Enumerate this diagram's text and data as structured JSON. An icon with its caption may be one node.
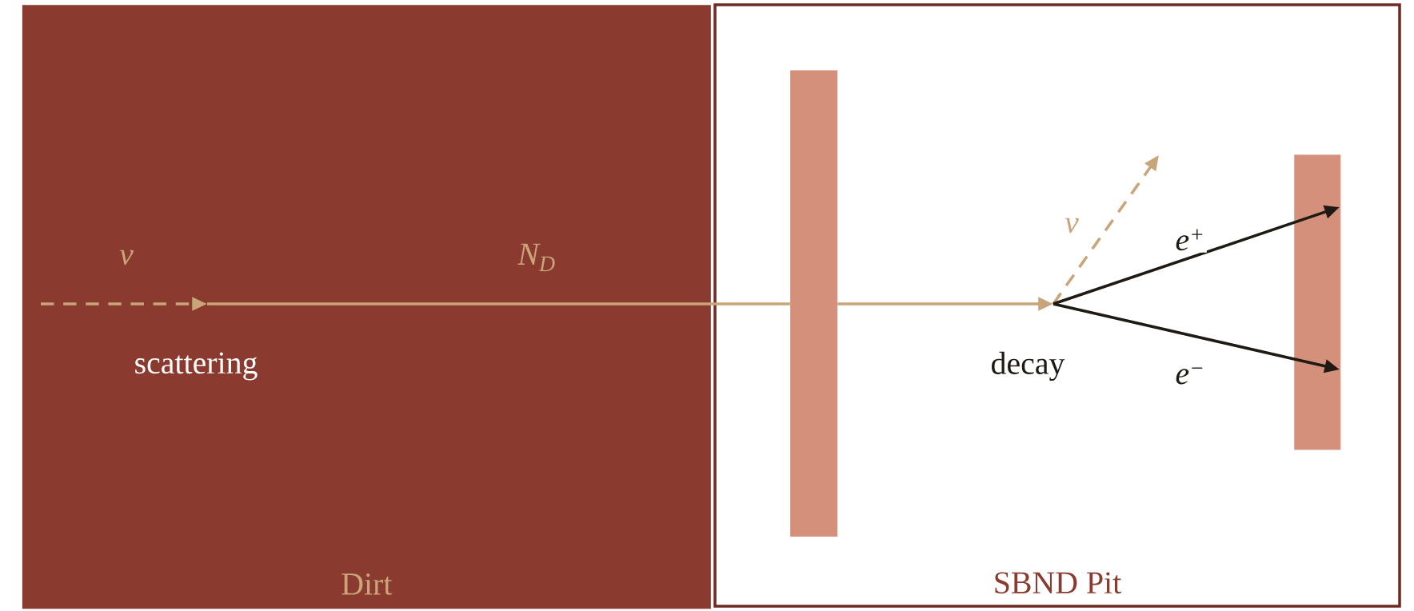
{
  "diagram": {
    "nodes": [
      {
        "text": [
          "Dirt"
        ]
      },
      {
        "text": [
          "SBND Pit"
        ]
      },
      {
        "text": [],
        "shape": "bar",
        "in": 1
      },
      {
        "text": [],
        "shape": "bar",
        "in": 1
      },
      {
        "text": [
          "scattering"
        ],
        "in": 0
      },
      {
        "text": [
          "decay"
        ],
        "in": 1
      }
    ],
    "edges": [
      {
        "from": null,
        "to": 4,
        "arrow": "to",
        "label": "ν",
        "style": "dashed"
      },
      {
        "from": 4,
        "to": 2,
        "arrow": "none",
        "label": "N$_{D}$"
      },
      {
        "from": 2,
        "to": 5,
        "arrow": "to"
      },
      {
        "from": 5,
        "to": null,
        "arrow": "to",
        "label": "ν",
        "style": "dashed"
      },
      {
        "from": 5,
        "to": 3,
        "arrow": "to",
        "label": "e$^{+}$",
        "color": "#1f1a14"
      },
      {
        "from": 5,
        "to": 3,
        "arrow": "to",
        "label": "e$^{−}$",
        "color": "#1f1a14"
      }
    ]
  }
}
